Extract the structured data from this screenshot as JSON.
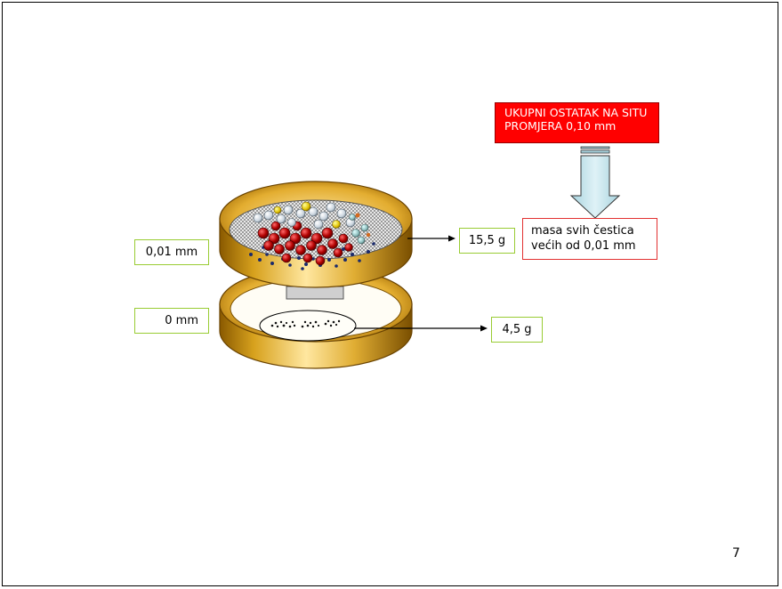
{
  "callouts": {
    "total_residue_line1": "UKUPNI OSTATAK NA SITU",
    "total_residue_line2": "PROMJERA 0,10 mm",
    "description_line1": "masa svih čestica",
    "description_line2": "većih od 0,01 mm"
  },
  "sieve_labels": {
    "upper": "0,01 mm",
    "lower": "0 mm"
  },
  "masses": {
    "upper": "15,5 g",
    "lower": "4,5 g"
  },
  "page_number": "7",
  "colors": {
    "sieve_gold": "#d4a017",
    "callout_red": "#ff0000",
    "arrow_fill": "#b7dee8",
    "label_border": "#99cc33",
    "particle_red": "#a00000",
    "particle_navy": "#1a2a6c"
  }
}
